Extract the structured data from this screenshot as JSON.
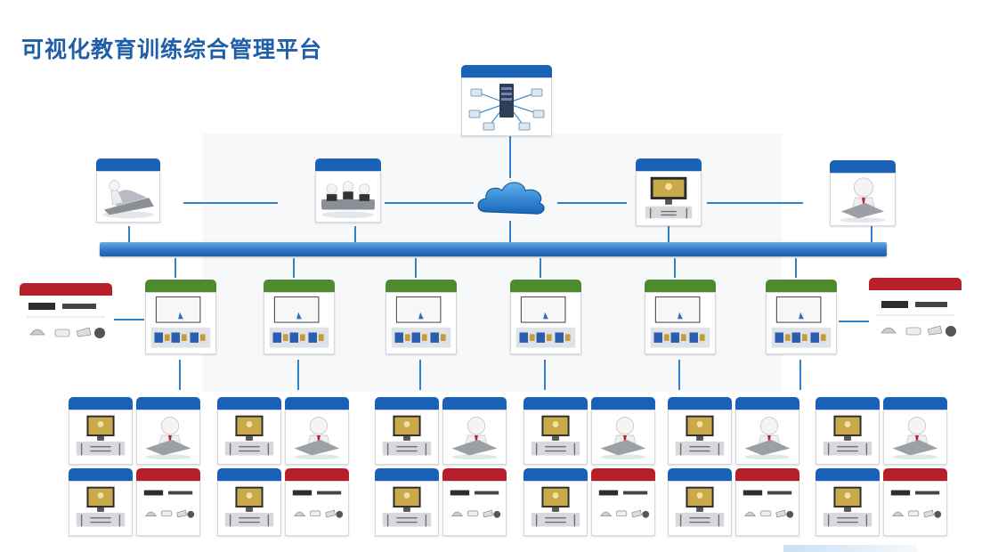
{
  "title": "可视化教育训练综合管理平台",
  "colors": {
    "title": "#1f5ea8",
    "wire": "#2f82c9",
    "label_blue": "#1a62b8",
    "label_green": "#4e8a2e",
    "label_red": "#b7202a"
  },
  "top_node": {
    "label": "",
    "icon": "server-cluster-icon"
  },
  "network": {
    "icon": "cloud-network-icon"
  },
  "upper_row": [
    {
      "label": "",
      "icon": "flight-simulator-icon"
    },
    {
      "label": "",
      "icon": "meeting-room-icon"
    },
    {
      "label": "",
      "icon": "monitor-terminal-icon"
    },
    {
      "label": "",
      "icon": "laptop-user-icon"
    }
  ],
  "aux_left": {
    "label": "",
    "icon": "surveillance-devices-icon"
  },
  "aux_right": {
    "label": "",
    "icon": "surveillance-devices-icon"
  },
  "sites": [
    {
      "label": "",
      "icon": "training-site-icon"
    },
    {
      "label": "",
      "icon": "training-site-icon"
    },
    {
      "label": "",
      "icon": "training-site-icon"
    },
    {
      "label": "",
      "icon": "training-site-icon"
    },
    {
      "label": "",
      "icon": "training-site-icon"
    },
    {
      "label": "",
      "icon": "training-site-icon"
    }
  ],
  "terminals": [
    {
      "label": "",
      "icon": "computer-terminal-icon",
      "color": "blue"
    },
    {
      "label": "",
      "icon": "laptop-user-icon",
      "color": "blue"
    },
    {
      "label": "",
      "icon": "computer-terminal-icon",
      "color": "blue"
    },
    {
      "label": "",
      "icon": "surveillance-devices-icon",
      "color": "red"
    }
  ]
}
